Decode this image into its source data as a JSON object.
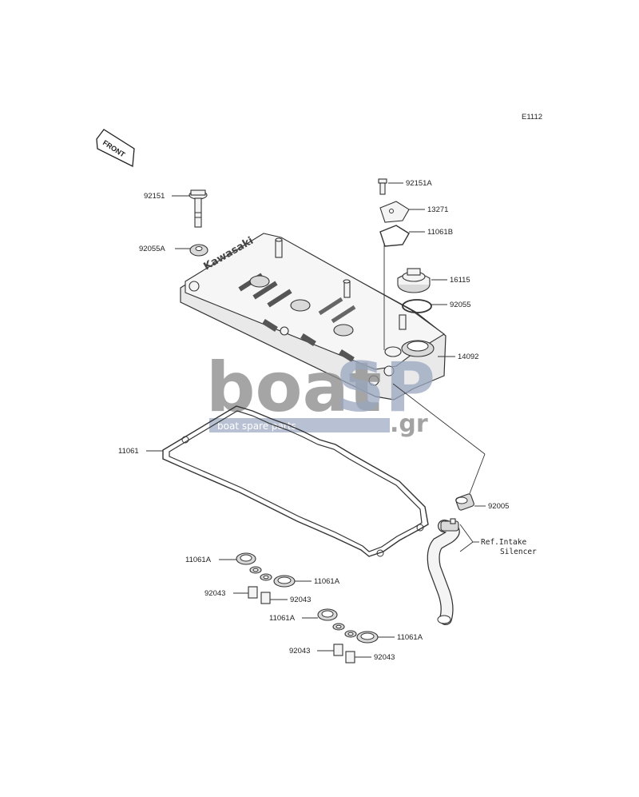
{
  "diagram_code": "E1112",
  "front_label": "FRONT",
  "brand_on_cover": "Kawasaki",
  "watermark": {
    "brand_a": "boat",
    "brand_b": "SP",
    "suffix": ".gr",
    "tagline": "boat spare parts"
  },
  "parts": {
    "p92151": "92151",
    "p92055A": "92055A",
    "p92151A": "92151A",
    "p13271": "13271",
    "p11061B": "11061B",
    "p16115": "16115",
    "p92055": "92055",
    "p14092": "14092",
    "p11061": "11061",
    "p92005": "92005",
    "ref_line1": "Ref.Intake",
    "ref_line2": "Silencer",
    "p11061A_1": "11061A",
    "p11061A_2": "11061A",
    "p92043_1": "92043",
    "p92043_2": "92043",
    "p11061A_3": "11061A",
    "p11061A_4": "11061A",
    "p92043_3": "92043",
    "p92043_4": "92043"
  }
}
